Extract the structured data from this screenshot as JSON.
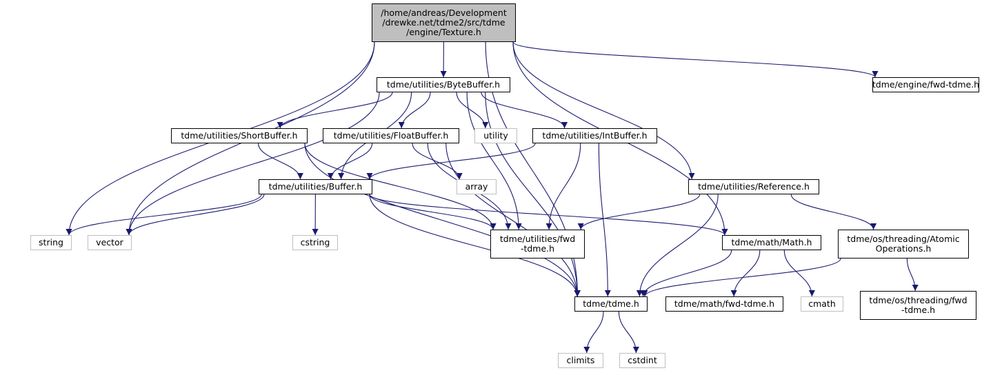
{
  "diagram": {
    "type": "include-dependency-graph",
    "colors": {
      "edge": "#191970",
      "node_border": "#000000",
      "system_border": "#bfbfbf",
      "root_fill": "#bfbfbf"
    },
    "nodes": [
      {
        "id": "texture",
        "lines": [
          "/home/andreas/Development",
          "/drewke.net/tdme2/src/tdme",
          "/engine/Texture.h"
        ],
        "kind": "root"
      },
      {
        "id": "bytebuffer",
        "lines": [
          "tdme/utilities/ByteBuffer.h"
        ],
        "kind": "local"
      },
      {
        "id": "enginefwd",
        "lines": [
          "tdme/engine/fwd-tdme.h"
        ],
        "kind": "local"
      },
      {
        "id": "shortbuffer",
        "lines": [
          "tdme/utilities/ShortBuffer.h"
        ],
        "kind": "local"
      },
      {
        "id": "floatbuffer",
        "lines": [
          "tdme/utilities/FloatBuffer.h"
        ],
        "kind": "local"
      },
      {
        "id": "utility",
        "lines": [
          "utility"
        ],
        "kind": "system"
      },
      {
        "id": "intbuffer",
        "lines": [
          "tdme/utilities/IntBuffer.h"
        ],
        "kind": "local"
      },
      {
        "id": "buffer",
        "lines": [
          "tdme/utilities/Buffer.h"
        ],
        "kind": "local"
      },
      {
        "id": "array",
        "lines": [
          "array"
        ],
        "kind": "system"
      },
      {
        "id": "reference",
        "lines": [
          "tdme/utilities/Reference.h"
        ],
        "kind": "local"
      },
      {
        "id": "string",
        "lines": [
          "string"
        ],
        "kind": "system"
      },
      {
        "id": "vector",
        "lines": [
          "vector"
        ],
        "kind": "system"
      },
      {
        "id": "cstring",
        "lines": [
          "cstring"
        ],
        "kind": "system"
      },
      {
        "id": "utilfwd",
        "lines": [
          "tdme/utilities/fwd",
          "-tdme.h"
        ],
        "kind": "local"
      },
      {
        "id": "math",
        "lines": [
          "tdme/math/Math.h"
        ],
        "kind": "local"
      },
      {
        "id": "atomic",
        "lines": [
          "tdme/os/threading/Atomic",
          "Operations.h"
        ],
        "kind": "local"
      },
      {
        "id": "tdme",
        "lines": [
          "tdme/tdme.h"
        ],
        "kind": "local"
      },
      {
        "id": "mathfwd",
        "lines": [
          "tdme/math/fwd-tdme.h"
        ],
        "kind": "local"
      },
      {
        "id": "cmath",
        "lines": [
          "cmath"
        ],
        "kind": "system"
      },
      {
        "id": "threadfwd",
        "lines": [
          "tdme/os/threading/fwd",
          "-tdme.h"
        ],
        "kind": "local"
      },
      {
        "id": "climits",
        "lines": [
          "climits"
        ],
        "kind": "system"
      },
      {
        "id": "cstdint",
        "lines": [
          "cstdint"
        ],
        "kind": "system"
      }
    ],
    "edges": [
      [
        "texture",
        "bytebuffer"
      ],
      [
        "texture",
        "enginefwd"
      ],
      [
        "texture",
        "string"
      ],
      [
        "texture",
        "vector"
      ],
      [
        "texture",
        "tdme"
      ],
      [
        "texture",
        "reference"
      ],
      [
        "texture",
        "math"
      ],
      [
        "bytebuffer",
        "shortbuffer"
      ],
      [
        "bytebuffer",
        "floatbuffer"
      ],
      [
        "bytebuffer",
        "utility"
      ],
      [
        "bytebuffer",
        "intbuffer"
      ],
      [
        "bytebuffer",
        "buffer"
      ],
      [
        "bytebuffer",
        "vector"
      ],
      [
        "bytebuffer",
        "utilfwd"
      ],
      [
        "bytebuffer",
        "tdme"
      ],
      [
        "shortbuffer",
        "buffer"
      ],
      [
        "shortbuffer",
        "utilfwd"
      ],
      [
        "shortbuffer",
        "tdme"
      ],
      [
        "floatbuffer",
        "buffer"
      ],
      [
        "floatbuffer",
        "array"
      ],
      [
        "floatbuffer",
        "utilfwd"
      ],
      [
        "floatbuffer",
        "tdme"
      ],
      [
        "intbuffer",
        "buffer"
      ],
      [
        "intbuffer",
        "utilfwd"
      ],
      [
        "intbuffer",
        "tdme"
      ],
      [
        "buffer",
        "string"
      ],
      [
        "buffer",
        "vector"
      ],
      [
        "buffer",
        "cstring"
      ],
      [
        "buffer",
        "utilfwd"
      ],
      [
        "buffer",
        "math"
      ],
      [
        "buffer",
        "tdme"
      ],
      [
        "reference",
        "utilfwd"
      ],
      [
        "reference",
        "tdme"
      ],
      [
        "reference",
        "atomic"
      ],
      [
        "math",
        "tdme"
      ],
      [
        "math",
        "mathfwd"
      ],
      [
        "math",
        "cmath"
      ],
      [
        "atomic",
        "tdme"
      ],
      [
        "atomic",
        "threadfwd"
      ],
      [
        "tdme",
        "climits"
      ],
      [
        "tdme",
        "cstdint"
      ]
    ]
  }
}
